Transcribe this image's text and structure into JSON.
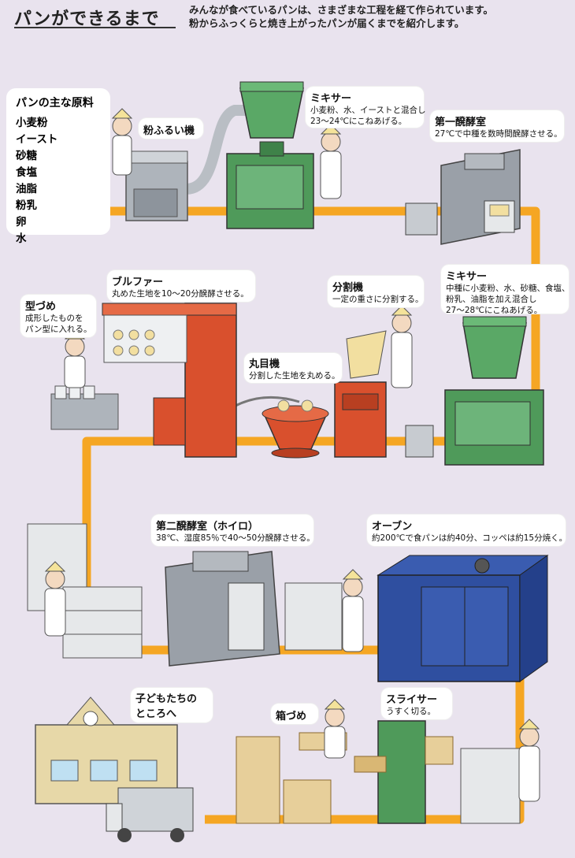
{
  "title": "パンができるまで",
  "intro": [
    "みんなが食べているパンは、さまざまな工程を経て作られています。",
    "粉からふっくらと焼き上がったパンが届くまでを紹介します。"
  ],
  "materials": {
    "heading": "パンの主な原料",
    "items": [
      "小麦粉",
      "イースト",
      "砂糖",
      "食塩",
      "油脂",
      "粉乳",
      "卵",
      "水"
    ]
  },
  "steps": {
    "sifter": {
      "title": "粉ふるい機"
    },
    "mixer1": {
      "title": "ミキサー",
      "desc": [
        "小麦粉、水、イーストと混合し",
        "23〜24℃にこねあげる。"
      ]
    },
    "ferment1": {
      "title": "第一醗酵室",
      "desc": [
        "27℃で中種を数時間醗酵させる。"
      ]
    },
    "mixer2": {
      "title": "ミキサー",
      "desc": [
        "中種に小麦粉、水、砂糖、食塩、",
        "粉乳、油脂を加え混合し",
        "27〜28℃にこねあげる。"
      ]
    },
    "divider": {
      "title": "分割機",
      "desc": [
        "一定の重さに分割する。"
      ]
    },
    "rounder": {
      "title": "丸目機",
      "desc": [
        "分割した生地を丸める。"
      ]
    },
    "proofer": {
      "title": "ブルファー",
      "desc": [
        "丸めた生地を10〜20分醗酵させる。"
      ]
    },
    "panning": {
      "title": "型づめ",
      "desc": [
        "成形したものを",
        "パン型に入れる。"
      ]
    },
    "ferment2": {
      "title": "第二醗酵室（ホイロ）",
      "desc": [
        "38℃、湿度85％で40〜50分醗酵させる。"
      ]
    },
    "oven": {
      "title": "オーブン",
      "desc": [
        "約200℃で食パンは約40分、コッペは約15分焼く。"
      ]
    },
    "slicer": {
      "title": "スライサー",
      "desc": [
        "うすく切る。"
      ]
    },
    "boxing": {
      "title": "箱づめ"
    },
    "delivery": {
      "title": [
        "子どもたちの",
        "ところへ"
      ]
    }
  },
  "colors": {
    "background": "#e9e3ee",
    "conveyor": "#f5a623",
    "mixer_green": "#4f9a5a",
    "oven_blue": "#2f4fa0",
    "machine_red": "#d9502d",
    "machine_gray": "#9aa0a8"
  }
}
